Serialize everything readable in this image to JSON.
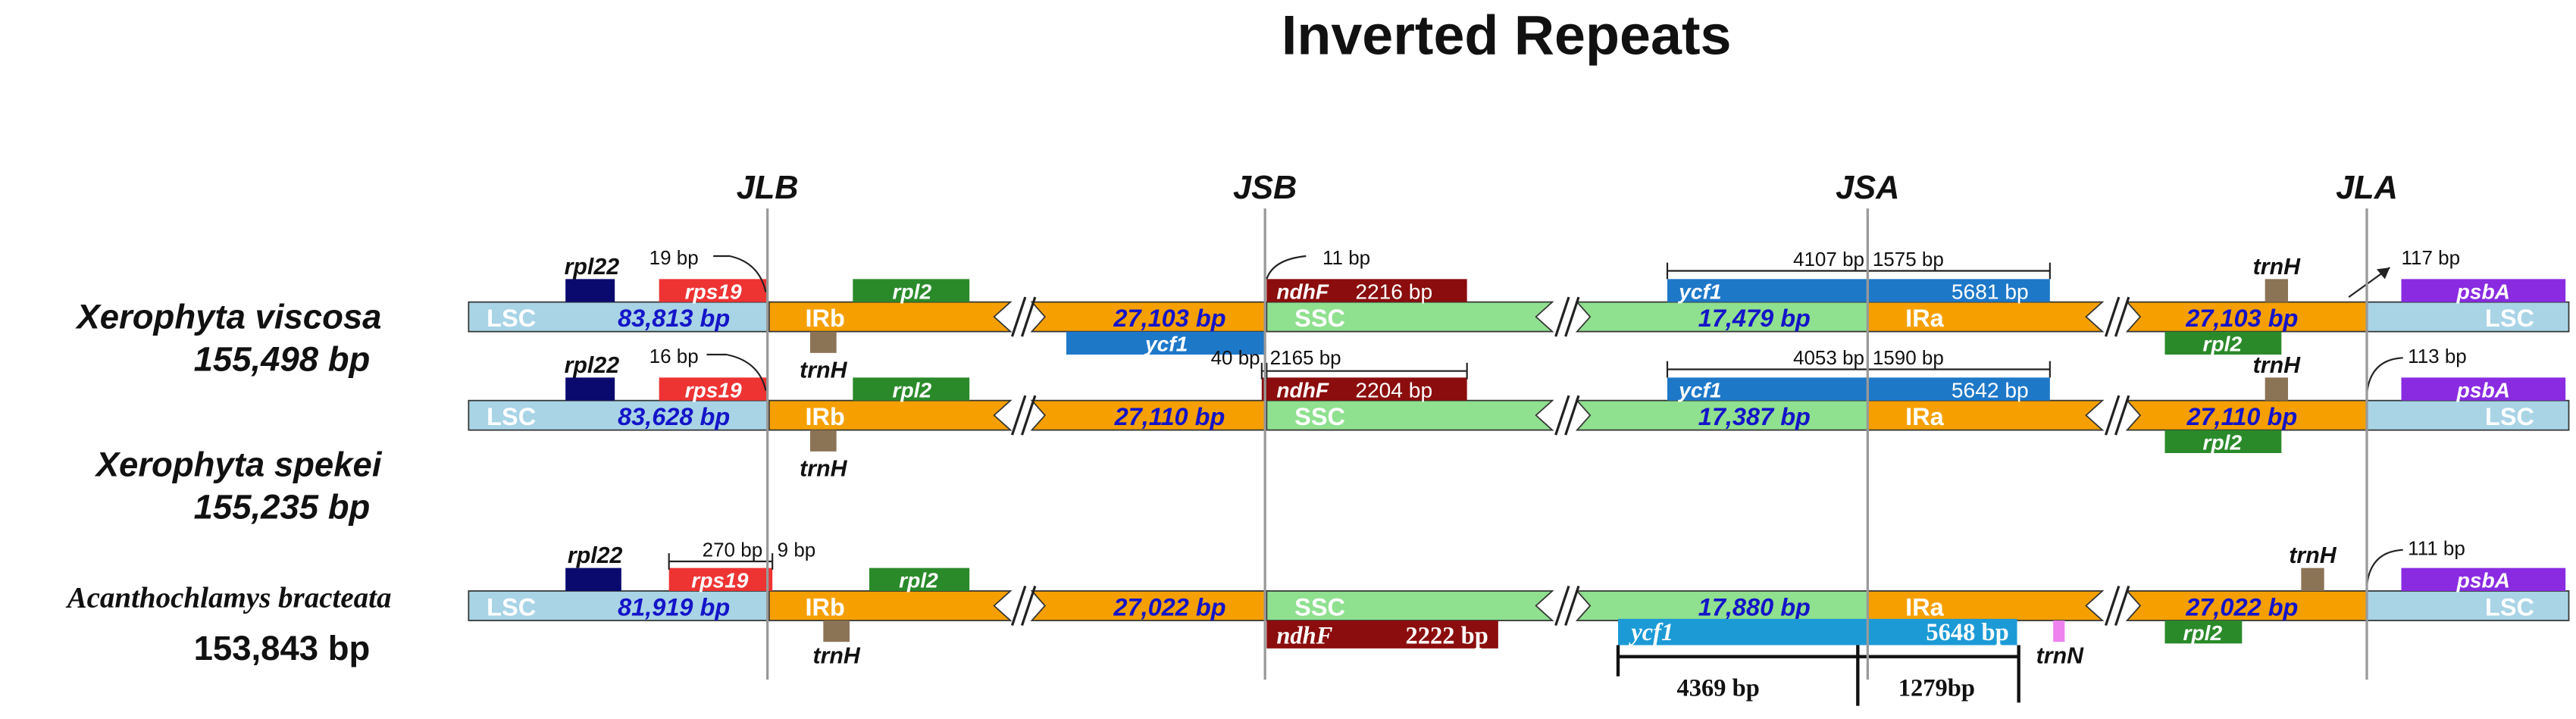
{
  "title": "Inverted Repeats",
  "junctions": [
    "JLB",
    "JSB",
    "JSA",
    "JLA"
  ],
  "colors": {
    "lsc": "#a8d4e6",
    "ir": "#f5a000",
    "ssc": "#8fe08f",
    "rpl22": "#0a0a6e",
    "rps19": "#ee3333",
    "rpl2": "#2a8a2a",
    "trnH": "#8b7355",
    "ndhF": "#8b0d0d",
    "ycf1": "#1e78c8",
    "ycf1_alt": "#1c9ad6",
    "psbA": "#8a2be2",
    "trnN": "#ee82ee",
    "junction_line": "#999999",
    "size_label": "#1414c8"
  },
  "genomes": [
    {
      "name": "Xerophyta viscosa",
      "length": "155,498 bp",
      "regions": {
        "lsc": "LSC",
        "irb": "IRb",
        "ssc": "SSC",
        "ira": "IRa",
        "lsc_end": "LSC"
      },
      "sizes": {
        "lsc": "83,813 bp",
        "irb": "27,103 bp",
        "ssc": "17,479 bp",
        "ira": "27,103 bp"
      },
      "genes": {
        "rpl22": "rpl22",
        "rps19": "rps19",
        "rpl2_left": "rpl2",
        "trnH_left": "trnH",
        "ycf1_short": "ycf1",
        "ndhF": "ndhF",
        "ndhF_len": "2216 bp",
        "ycf1": "ycf1",
        "ycf1_len": "5681 bp",
        "trnH_right": "trnH",
        "rpl2_right": "rpl2",
        "psbA": "psbA"
      },
      "annotations": {
        "rps19_dist": "19 bp",
        "ndhF_dist": "11 bp",
        "ycf1_ssc": "4107 bp",
        "ycf1_ira": "1575 bp",
        "psbA_dist": "117 bp"
      }
    },
    {
      "name": "Xerophyta spekei",
      "length": "155,235 bp",
      "regions": {
        "lsc": "LSC",
        "irb": "IRb",
        "ssc": "SSC",
        "ira": "IRa",
        "lsc_end": "LSC"
      },
      "sizes": {
        "lsc": "83,628 bp",
        "irb": "27,110 bp",
        "ssc": "17,387 bp",
        "ira": "27,110 bp"
      },
      "genes": {
        "rpl22": "rpl22",
        "rps19": "rps19",
        "rpl2_left": "rpl2",
        "trnH_left": "trnH",
        "ndhF": "ndhF",
        "ndhF_len": "2204 bp",
        "ycf1": "ycf1",
        "ycf1_len": "5642 bp",
        "trnH_right": "trnH",
        "rpl2_right": "rpl2",
        "psbA": "psbA"
      },
      "annotations": {
        "rps19_dist": "16 bp",
        "ndhF_ir": "40 bp",
        "ndhF_ssc": "2165 bp",
        "ycf1_ssc": "4053 bp",
        "ycf1_ira": "1590 bp",
        "psbA_dist": "113 bp"
      }
    },
    {
      "name": "Acanthochlamys bracteata",
      "length": "153,843 bp",
      "regions": {
        "lsc": "LSC",
        "irb": "IRb",
        "ssc": "SSC",
        "ira": "IRa",
        "lsc_end": "LSC"
      },
      "sizes": {
        "lsc": "81,919 bp",
        "irb": "27,022 bp",
        "ssc": "17,880 bp",
        "ira": "27,022 bp"
      },
      "genes": {
        "rpl22": "rpl22",
        "rps19": "rps19",
        "rpl2_left": "rpl2",
        "trnH_left": "trnH",
        "ndhF": "ndhF",
        "ndhF_len": "2222 bp",
        "ycf1": "ycf1",
        "ycf1_len": "5648 bp",
        "trnN": "trnN",
        "trnH_right": "trnH",
        "rpl2_right": "rpl2",
        "psbA": "psbA"
      },
      "annotations": {
        "rps19_lsc": "270 bp",
        "rps19_irb": "9 bp",
        "ycf1_ssc": "4369 bp",
        "ycf1_ira": "1279bp",
        "psbA_dist": "111 bp"
      }
    }
  ]
}
